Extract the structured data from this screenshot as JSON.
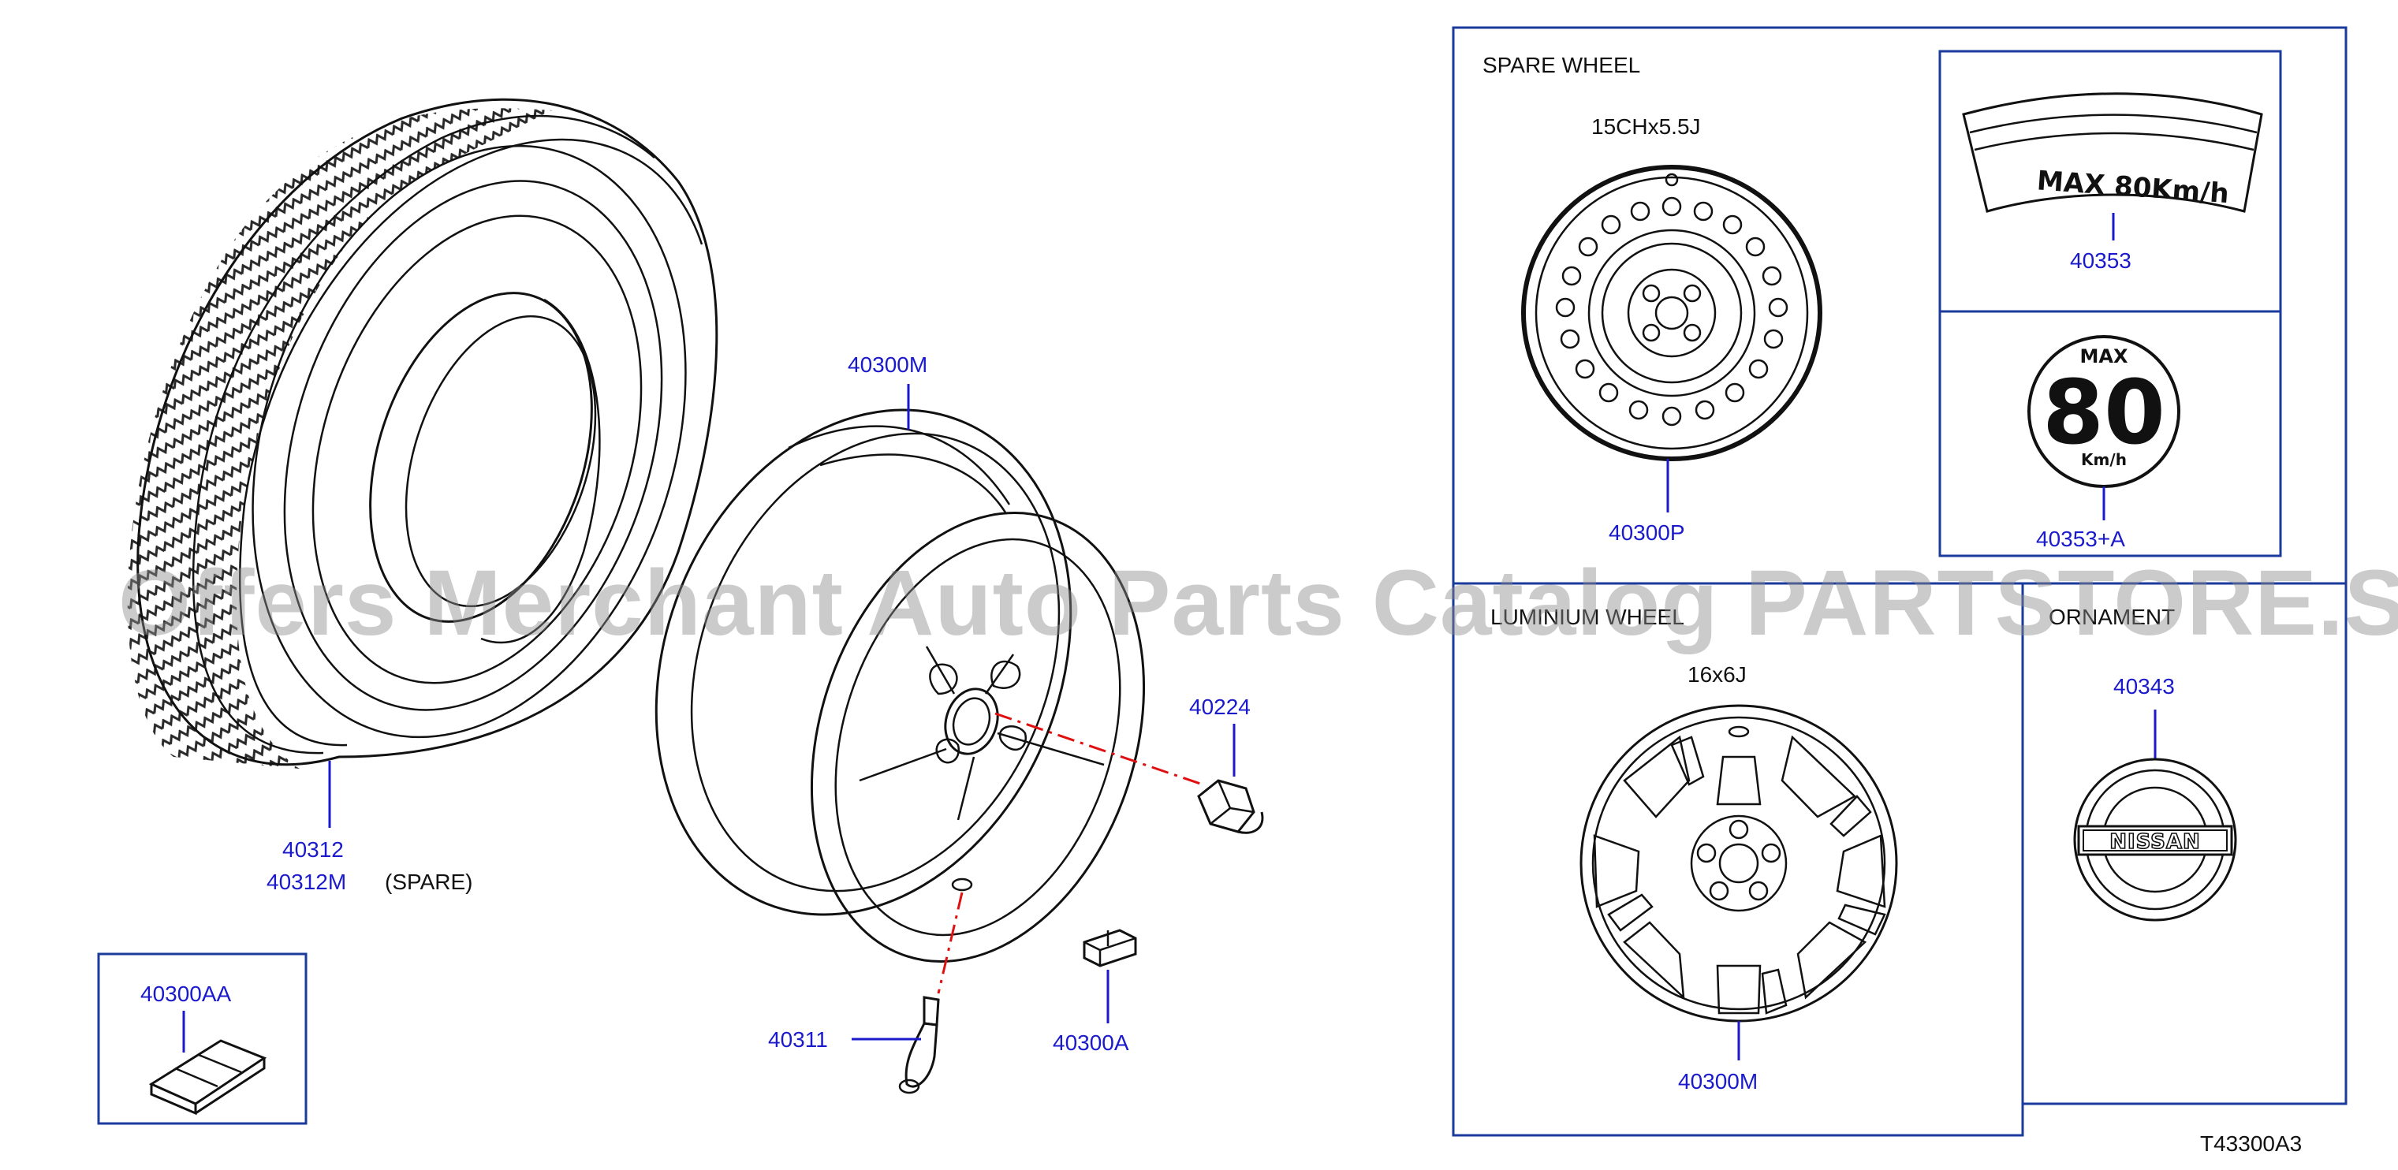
{
  "callouts": {
    "tire": "40312",
    "tire_spare": "40312M",
    "spare_note": "(SPARE)",
    "wheel_main": "40300M",
    "nut": "40224",
    "valve": "40311",
    "weight": "40300A",
    "weight_kit": "40300AA",
    "spare_wheel": "40300P",
    "label_max": "40353",
    "label_max_a": "40353+A",
    "alloy_wheel": "40300M",
    "ornament": "40343"
  },
  "panels": {
    "spare_title": "SPARE   WHEEL",
    "spare_size": "15CHx5.5J",
    "alloy_title": "LUMINIUM WHEEL",
    "alloy_size": "16x6J",
    "ornament_title": "ORNAMENT"
  },
  "labels": {
    "max_banner": "MAX 80Km/h",
    "max_round_top": "MAX",
    "max_round_num": "80",
    "max_round_unit": "Km/h",
    "ornament_brand": "NISSAN"
  },
  "figure_code": "T43300A3",
  "watermark": "Offers Merchant Auto Parts Catalog PARTSTORE.SA"
}
